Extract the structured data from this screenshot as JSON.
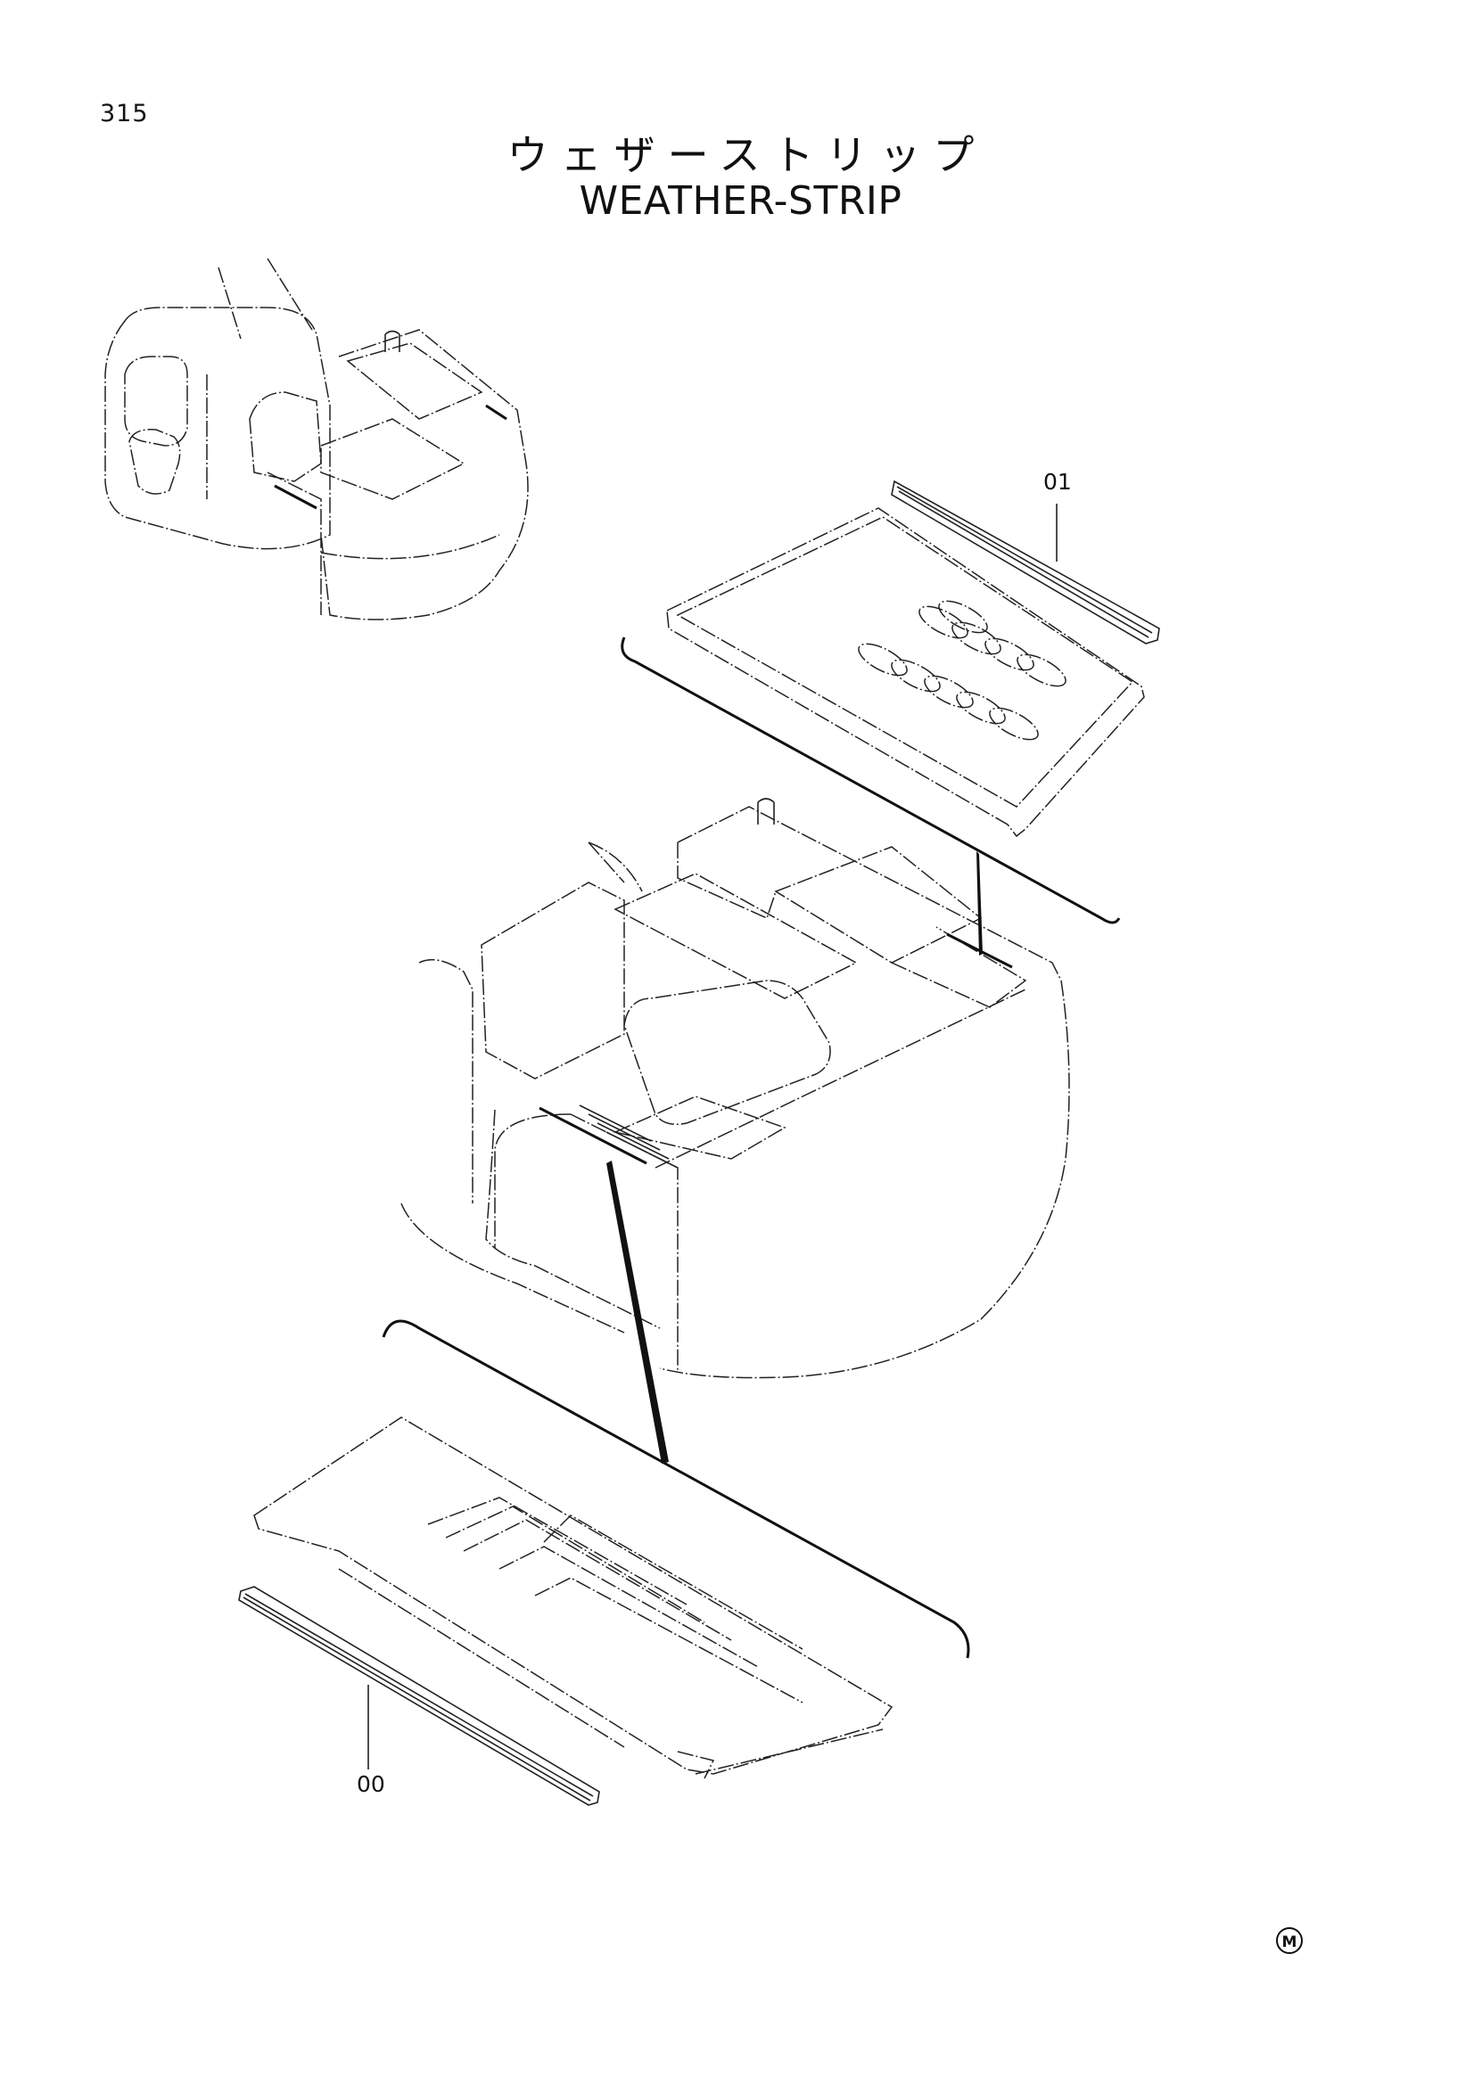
{
  "page_number": "315",
  "title_jp": "ウェザーストリップ",
  "title_en": "WEATHER-STRIP",
  "callouts": [
    {
      "id": "upper-strip",
      "label": "01"
    },
    {
      "id": "lower-strip",
      "label": "00"
    }
  ],
  "mark_symbol": "M"
}
